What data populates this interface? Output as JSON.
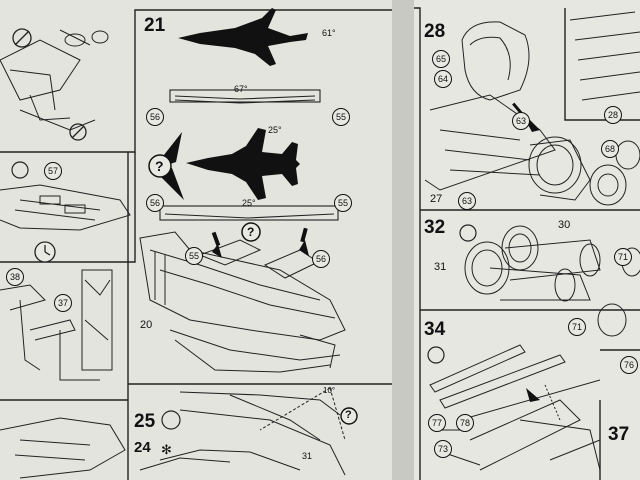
{
  "steps": {
    "s21": "21",
    "s25": "25",
    "s24": "24",
    "s28": "28",
    "s32": "32",
    "s34": "34",
    "s37": "37"
  },
  "angles": {
    "a61_top": "61°",
    "a67": "67°",
    "a25_top": "25°",
    "a25_bar": "25°",
    "a10": "10°"
  },
  "parts": {
    "p56a": "56",
    "p55a": "55",
    "p56b": "56",
    "p55b": "55",
    "p55c": "55",
    "p56c": "56",
    "p20": "20",
    "p57": "57",
    "p38": "38",
    "p37": "37",
    "p31": "31",
    "p65": "65",
    "p64": "64",
    "p63a": "63",
    "p63b": "63",
    "p28b": "28",
    "p27": "27",
    "p68": "68",
    "p30": "30",
    "p31b": "31",
    "p71a": "71",
    "p71b": "71",
    "p77": "77",
    "p78": "78",
    "p73": "73",
    "p76": "76"
  },
  "symbols": {
    "question": "?"
  },
  "colors": {
    "paper": "#e6e6e1",
    "ink": "#111111",
    "gutter": "#cfcfc9"
  }
}
